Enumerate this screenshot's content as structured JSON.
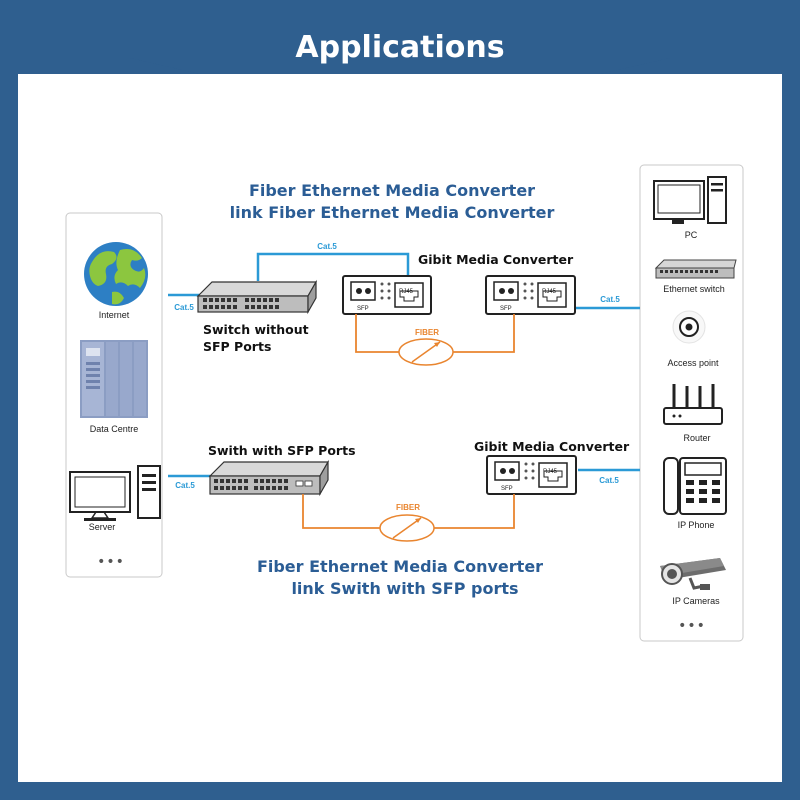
{
  "header": {
    "title": "Applications"
  },
  "captions": {
    "top_line1": "Fiber Ethernet Media Converter",
    "top_line2": "link Fiber Ethernet Media Converter",
    "bottom_line1": "Fiber Ethernet Media Converter",
    "bottom_line2": "link Swith with SFP ports"
  },
  "left_panel": {
    "devices": [
      {
        "name": "internet",
        "label": "Internet",
        "icon": "globe-icon"
      },
      {
        "name": "data-centre",
        "label": "Data Centre",
        "icon": "server-rack-icon"
      },
      {
        "name": "server",
        "label": "Server",
        "icon": "computer-tower-icon"
      }
    ],
    "more": "•••"
  },
  "right_panel": {
    "devices": [
      {
        "name": "pc",
        "label": "PC",
        "icon": "desktop-pc-icon"
      },
      {
        "name": "ethernet-switch",
        "label": "Ethernet switch",
        "icon": "switch-icon"
      },
      {
        "name": "access-point",
        "label": "Access point",
        "icon": "access-point-icon"
      },
      {
        "name": "router",
        "label": "Router",
        "icon": "router-icon"
      },
      {
        "name": "ip-phone",
        "label": "IP Phone",
        "icon": "phone-icon"
      },
      {
        "name": "ip-cameras",
        "label": "IP Cameras",
        "icon": "camera-icon"
      }
    ],
    "more": "•••"
  },
  "top_diagram": {
    "switch_label_line1": "Switch without",
    "switch_label_line2": "SFP Ports",
    "converter_label": "Gibit Media Converter",
    "cable_top": "Cat.5",
    "cable_left": "Cat.5",
    "cable_right": "Cat.5",
    "fiber": "FIBER"
  },
  "bottom_diagram": {
    "switch_label": "Swith with SFP Ports",
    "converter_label": "Gibit Media Converter",
    "cable_left": "Cat.5",
    "cable_right": "Cat.5",
    "fiber": "FIBER"
  },
  "converter_ports": {
    "sfp": "SFP",
    "rj45": "RJ45"
  },
  "colors": {
    "frame": "#2f5f8f",
    "copper": "#2b9ad6",
    "fiber": "#e9852f",
    "caption": "#2b5d95"
  }
}
